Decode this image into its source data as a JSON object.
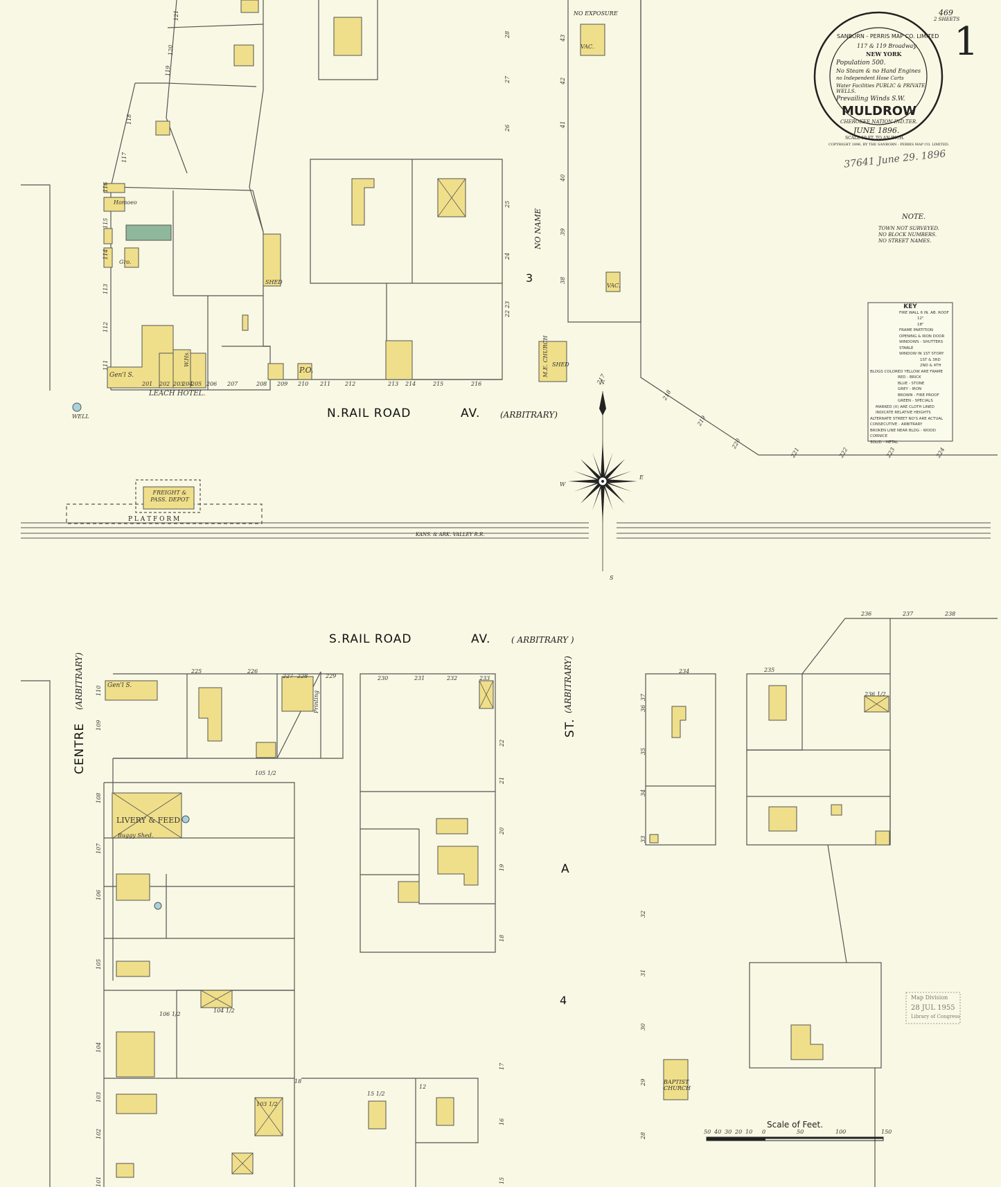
{
  "sheet": {
    "sheet_number": "1",
    "corner_note_top": "469",
    "corner_note_sheets": "2 SHEETS",
    "accession": "37641 June 29. 1896",
    "received_stamp": [
      "Map Division",
      "28 JUL 1955",
      "Library of Congress"
    ]
  },
  "title_seal": {
    "company": "SANBORN - PERRIS MAP CO. LIMITED",
    "address": "117 & 119 Broadway",
    "city": "NEW YORK",
    "population": "Population 500.",
    "engines": "No Steam & no Hand Engines",
    "hose": "no Independent Hose Carts",
    "water": "Water Facilities PUBLIC & PRIVATE WELLS.",
    "winds": "Prevailing Winds S.W.",
    "town": "MULDROW",
    "location": "CHEROKEE NATION IND.TER.",
    "date": "JUNE 1896.",
    "scale": "SCALE 50 FT. TO AN INCH.",
    "copyright": "COPYRIGHT 1896, BY THE SANBORN - PERRIS MAP CO. LIMITED."
  },
  "note": {
    "heading": "NOTE.",
    "lines": [
      "TOWN NOT SURVEYED.",
      "NO BLOCK NUMBERS.",
      "NO STREET NAMES."
    ]
  },
  "key": {
    "title": "KEY",
    "items": [
      "FIRE WALL 6 IN. AB. ROOF",
      "12\"",
      "18\"",
      "FRAME PARTITION",
      "OPENING & IRON DOOR",
      "WINDOWS - SHUTTERS",
      "STABLE",
      "WINDOW IN 1ST STORY",
      "1ST & 3RD",
      "2ND & 4TH",
      "BLDGS COLORED YELLOW ARE FRAME",
      "RED - BRICK",
      "BLUE - STONE",
      "GREY - IRON",
      "BROWN - FIRE PROOF",
      "GREEN - SPECIALS",
      "MARKED (X) ARE CLOTH LINED",
      "INDICATE RELATIVE HEIGHTS",
      "ALTERNATE STREET NO'S ARE ACTUAL",
      "CONSECUTIVE - ARBITRARY",
      "BROKEN LINE NEAR BLDG - WOOD CORNICE",
      "SOLID - METAL"
    ]
  },
  "streets": {
    "n_rail_road": "N.RAIL ROAD",
    "n_av": "AV.",
    "n_arbitrary": "(ARBITRARY)",
    "s_rail_road": "S.RAIL ROAD",
    "s_av": "AV.",
    "s_arbitrary": "( ARBITRARY )",
    "centre": "CENTRE",
    "centre_arbitrary": "(ARBITRARY)",
    "a_st_a": "A",
    "a_st_st": "ST.",
    "a_st_arbitrary": "(ARBITRARY)",
    "no_name": "NO NAME",
    "no_exposure": "NO EXPOSURE",
    "railway": "KANS. & ARK. VALLEY R.R.",
    "platform": "P L A T F O R M"
  },
  "blocks": {
    "north": "3",
    "south": "4"
  },
  "compass": {
    "n": "N",
    "s": "S",
    "e": "E",
    "w": "W"
  },
  "labels": {
    "leach_hotel": "LEACH HOTEL.",
    "well_north": "WELL",
    "depot": "FREIGHT & PASS. DEPOT",
    "po": "P.O.",
    "gen_store_n": "Gen'l S.",
    "gen_store_s": "Gen'l S.",
    "homoeo": "Homoeo",
    "gro": "Gro.",
    "shed": "SHED",
    "church_n": "M.E. CHURCH",
    "church_n_shed": "SHED",
    "vac_1": "VAC.",
    "vac_2": "VAC.",
    "livery": "LIVERY & FEED",
    "buggy": "Buggy Shed.",
    "printing": "Printing",
    "baptist": "BAPTIST CHURCH",
    "w_hs": "W.Hs.",
    "scale_title": "Scale of Feet."
  },
  "scale_ticks": [
    "50",
    "40",
    "30",
    "20",
    "10",
    "0",
    "50",
    "100",
    "150"
  ],
  "lot_numbers": {
    "north_front": [
      "201",
      "202",
      "203",
      "204",
      "205",
      "206",
      "207",
      "208",
      "209",
      "210",
      "211",
      "212",
      "213",
      "214",
      "215",
      "216"
    ],
    "north_east": [
      "217",
      "218",
      "219",
      "220",
      "221",
      "222",
      "223",
      "224"
    ],
    "north_west_side": [
      "111",
      "112",
      "113",
      "114",
      "115",
      "116",
      "117",
      "118",
      "119",
      "120",
      "121"
    ],
    "no_name_west": [
      "22",
      "23",
      "24",
      "25",
      "26",
      "27",
      "28"
    ],
    "no_name_east": [
      "38",
      "39",
      "40",
      "41",
      "42",
      "43"
    ],
    "south_front": [
      "225",
      "226",
      "227",
      "228",
      "229",
      "230",
      "231",
      "232",
      "233"
    ],
    "south_east": [
      "234",
      "235",
      "236",
      "237",
      "238",
      "236 1/2"
    ],
    "centre_east": [
      "101",
      "102",
      "103",
      "104",
      "105",
      "106",
      "107",
      "108",
      "109",
      "110"
    ],
    "a_st_west": [
      "15",
      "16",
      "17",
      "18",
      "19",
      "20",
      "21",
      "22"
    ],
    "a_st_east": [
      "28",
      "29",
      "30",
      "31",
      "32",
      "33",
      "34",
      "35",
      "36",
      "37"
    ],
    "south_misc": [
      "103 1/2",
      "104 1/2",
      "105 1/2",
      "106 1/2",
      "12",
      "15 1/2",
      "18"
    ]
  }
}
